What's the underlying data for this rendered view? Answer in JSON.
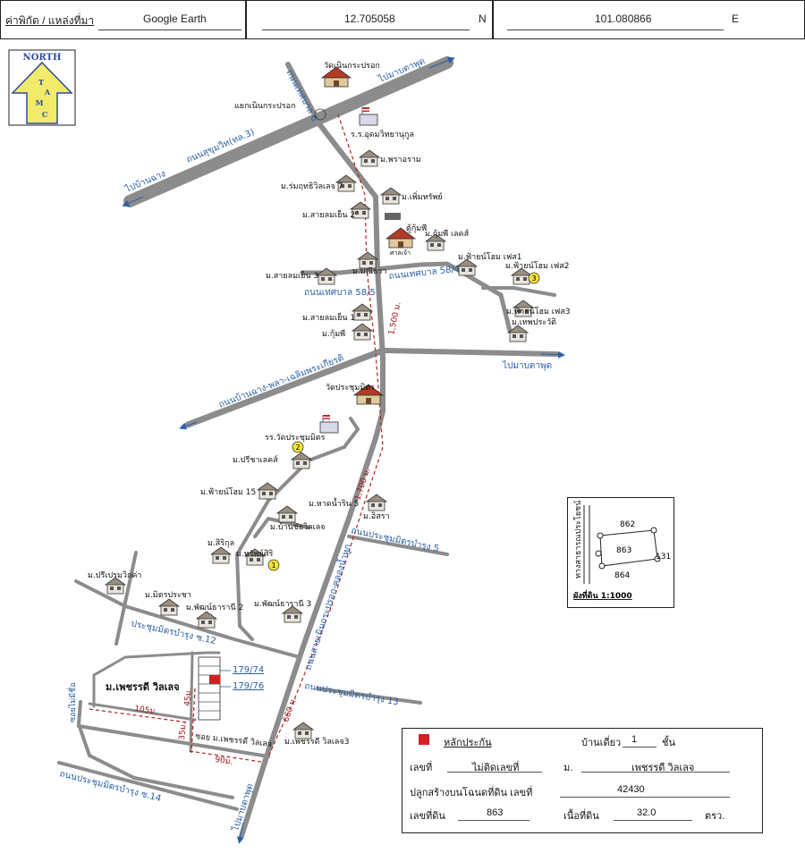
{
  "header": {
    "coord_label": "ค่าพิกัด / แหล่งที่มา",
    "source": "Google Earth",
    "lat": "12.705058",
    "lat_suffix": "N",
    "lon": "101.080866",
    "lon_suffix": "E"
  },
  "north_logo": {
    "title": "NORTH",
    "letters": [
      "T",
      "A",
      "M",
      "C"
    ]
  },
  "roads": {
    "to_ban_chang": "ไปบ้านฉาง",
    "to_map_ta_phut_top": "ไปมาบตาพุด",
    "sukhumvit": "ถนนสุขุมวิท(ทล.3)",
    "thetsaban_6": "ถนนเทศบาล 6",
    "thetsaban_58_5": "ถนนเทศบาล 58/5",
    "thetsaban_58_4": "ถนนเทศบาล 58/4",
    "to_map_ta_phut_mid": "ไปมาบตาพุด",
    "ban_chang_road": "ถนนบ้านฉาง-พลา-เฉลิมพระเกียรติ",
    "prachum_mit_5": "ถนนประชุมมิตรบำรุง 5",
    "noen_krapork_road": "ถนนสายเนินกระปรอก-คลองน้ำหูก",
    "prachum_12": "ประชุมมิตรบำรุง ซ.12",
    "prachum_13": "ถนนประชุมมิตรบำรุง 13",
    "prachum_14": "ถนนประชุมมิตรบำรุง ซ.14",
    "to_map_ta_phut_bottom": "ไปมาบตาพุด",
    "soi_phetcharat": "ซอย ม.เพชรรดี วิลเลจ",
    "soi_side": "ซอยไม่มีชื่อ"
  },
  "places": {
    "wat_noen": "วัดเนินกระปรอก",
    "junction": "แยกเนินกระปรอก",
    "school_udom": "ร.ร.อุดมวิทยานุกูล",
    "m_pracharam": "ม.พราอราม",
    "m_rumruk_7": "ม.ร่มฤทธิวิลเลจ 7",
    "m_phermsap": "ม.เพิ่มทรัพย์",
    "m_saisomern_2": "ม.สายลมเย็น 2",
    "tu_gumpi": "ตู้กุ้มพี",
    "sala": "ศาลเจ้า",
    "m_gumpi_lake": "ม.กุ้มพี เลคส์",
    "m_fahyen_1": "ม.ฟ้ายน์โฮม เฟส1",
    "m_fahyen_2": "ม.ฟ้ายน์โฮม เฟส2",
    "m_saisomern_3": "ม.สายลมเย็น 3",
    "m_manithra": "ม.มณีธรา",
    "m_saisomern_1": "ม.สายลมเย็น 1",
    "m_fahyen_3": "ม.ฟ้ายน์โฮม เฟส3",
    "m_kumpi": "ม.กุ้มพี",
    "m_theppharawat": "ม.เทพประวัติ",
    "wat_prachum": "วัดประชุมมิตร",
    "school_prachum": "รร.วัดประชุมมิตร",
    "m_prichalake": "ม.ปรีชาเลคส์",
    "m_fahyen_15": "ม.ฟ้ายน์โฮม 15",
    "m_hatnamrin_5": "ม.หาดน้ำริน 5",
    "m_isara": "ม.อิสรา",
    "m_banchaivilla": "ม.บ้านชัยวิลเลจ",
    "m_sirikul": "ม.สิริกุล",
    "m_sapsiri": "ม.ทรัพย์ศิริ",
    "m_preepremwit": "ม.ปรีเปรมวิถค่า",
    "m_mitpracha": "ม.มิตรประชา",
    "m_phatthanaratani_2": "ม.พัฒน์ธารานี 2",
    "m_phatthanaratani_3": "ม.พัฒน์ธารานี 3",
    "m_phetcharat": "ม.เพชรรดี วิลเลจ",
    "m_phetcharat_3": "ม.เพชรรดี วิลเลจ3",
    "lot_179_74": "179/74",
    "lot_179_76": "179/76"
  },
  "markers": [
    "1",
    "2",
    "3"
  ],
  "distances": {
    "d_1500": "1,500 ม.",
    "d_1700": "1,700 ม.",
    "d_660": "660 ม.",
    "d_105": "105ม.",
    "d_45": "45ม.",
    "d_35": "35ม.",
    "d_90": "90ม."
  },
  "inset": {
    "road_label": "ทางสาธารณประโยชน์",
    "lot_north": "862",
    "lot_center": "863",
    "lot_south": "864",
    "lot_east": "131",
    "caption": "ผังที่ดิน 1:1000"
  },
  "info_box": {
    "collateral_label": "หลักประกัน",
    "collateral_type": "บ้านเดี่ยว",
    "floors": "1",
    "floors_unit": "ชั้น",
    "house_no_label": "เลขที่",
    "house_no": "ไม่ติดเลขที่",
    "village_label": "ม.",
    "village": "เพชรรดี วิลเลจ",
    "title_deed_label": "ปลูกสร้างบนโฉนดที่ดิน เลขที่",
    "title_deed": "42430",
    "land_no_label": "เลขที่ดิน",
    "land_no": "863",
    "area_label": "เนื้อที่ดิน",
    "area": "32.0",
    "area_unit": "ตรว."
  },
  "colors": {
    "road": "#8c8c8c",
    "water_blue": "#2a5fa8",
    "red_route": "#b22222",
    "marker_yellow": "#f3e43a",
    "logo_yellow": "#f2ea6a",
    "logo_blue": "#2b4aa0"
  }
}
